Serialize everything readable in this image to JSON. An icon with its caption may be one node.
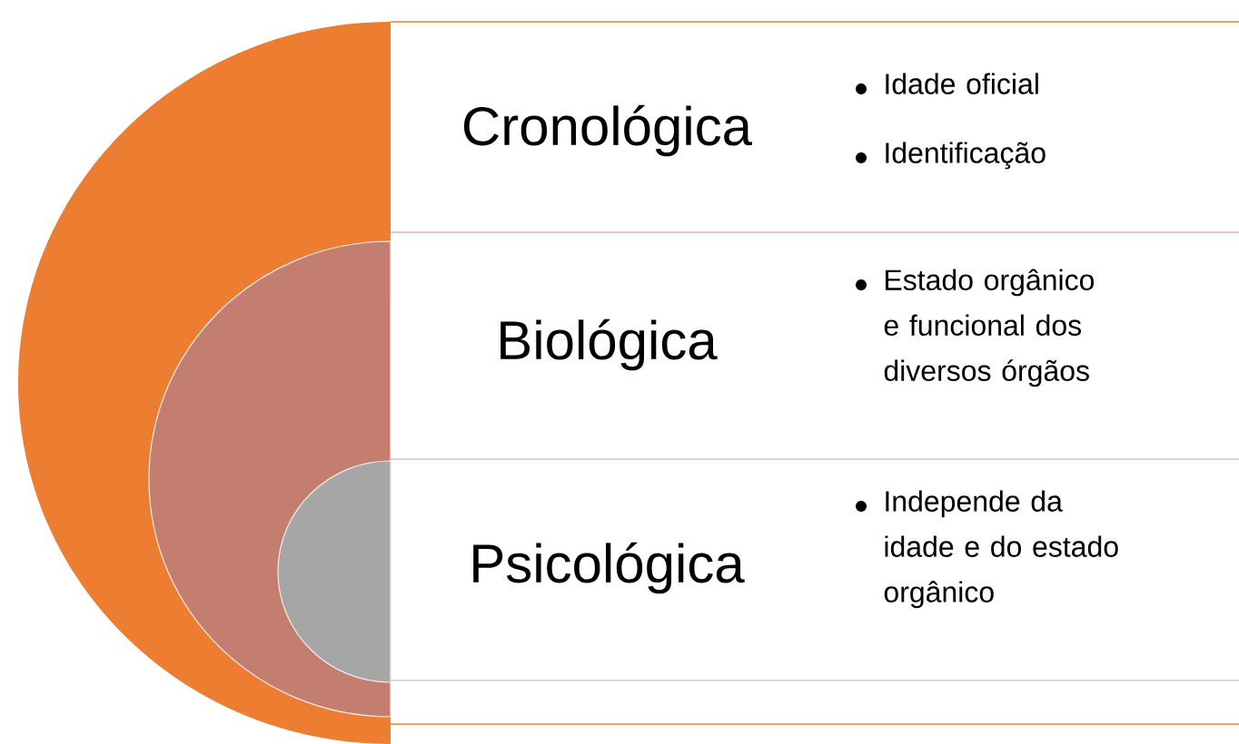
{
  "diagram": {
    "nodes": [
      {
        "text": [
          "Cronológica",
          "Idade oficial",
          "Identificação"
        ]
      },
      {
        "text": [
          "Biológica",
          "Estado orgânico e funcional dos diversos órgãos"
        ]
      },
      {
        "text": [
          "Psicológica",
          "Independe da idade e do estado orgânico"
        ]
      }
    ]
  }
}
